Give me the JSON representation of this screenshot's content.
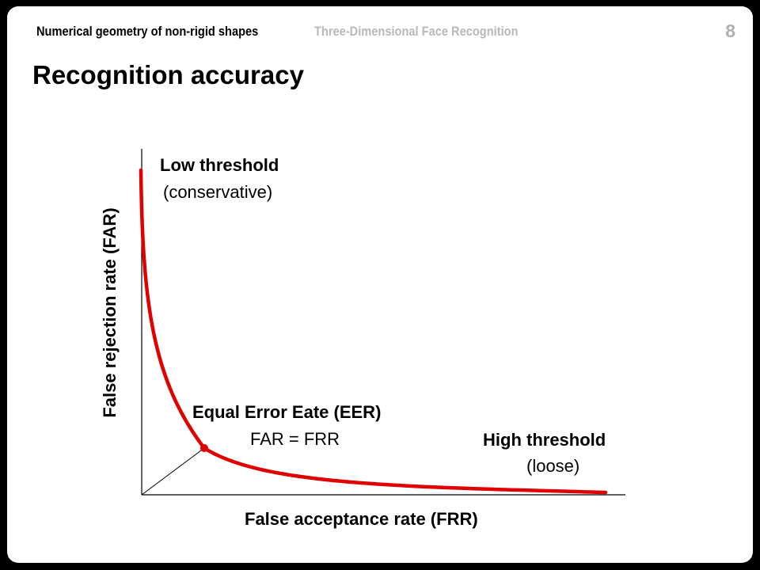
{
  "header": {
    "course": "Numerical geometry of non-rigid shapes",
    "lecture": "Three-Dimensional Face Recognition",
    "page_number": "8"
  },
  "title": "Recognition accuracy",
  "diagram": {
    "y_axis_label": "False rejection rate (FAR)",
    "x_axis_label": "False acceptance rate (FRR)",
    "low_threshold": {
      "title": "Low threshold",
      "subtitle": "(conservative)"
    },
    "eer": {
      "title": "Equal Error Eate (EER)",
      "subtitle": "FAR = FRR"
    },
    "high_threshold": {
      "title": "High threshold",
      "subtitle": "(loose)"
    }
  },
  "colors": {
    "curve": "#e00000",
    "accent_gray": "#b8b8b8"
  }
}
